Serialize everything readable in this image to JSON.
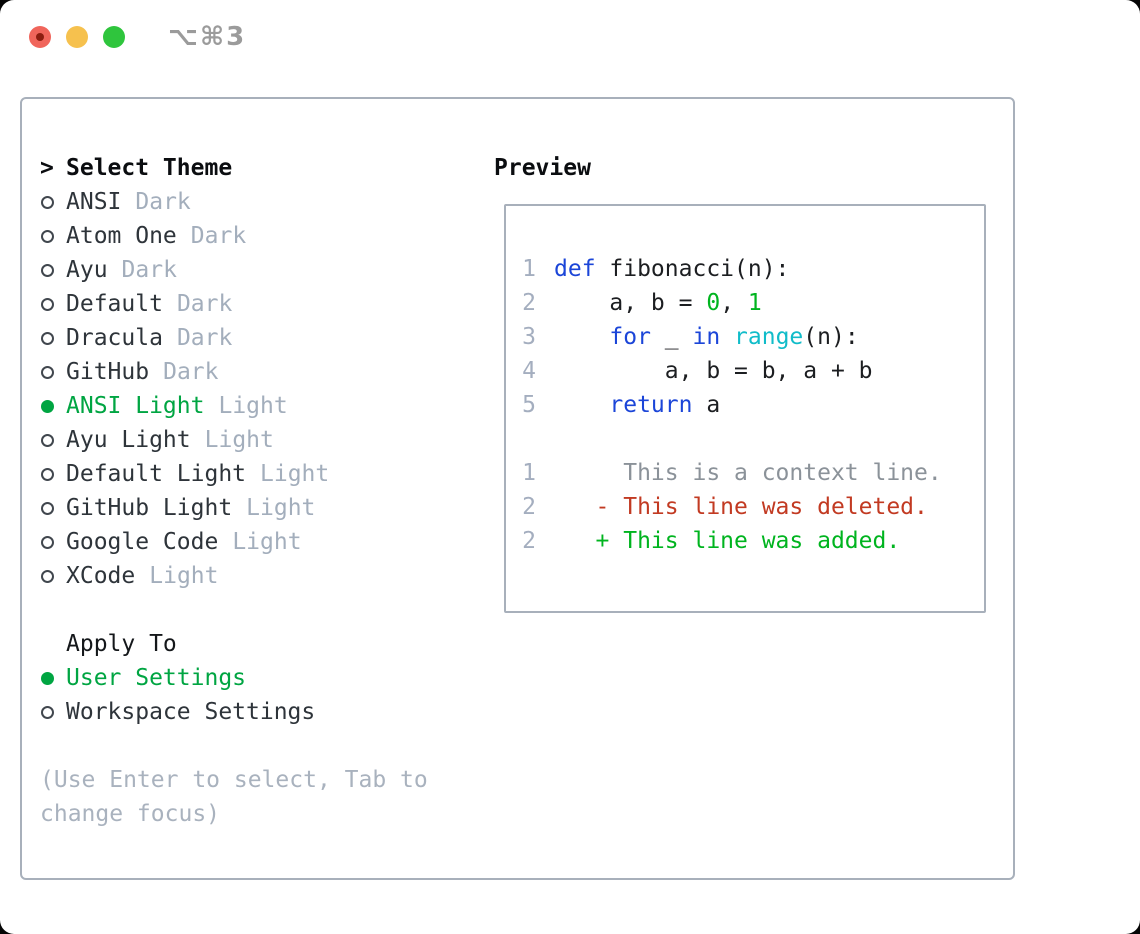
{
  "window": {
    "shortcut_label": "⌥⌘3",
    "traffic_lights": [
      "close",
      "minimize",
      "zoom"
    ]
  },
  "colors": {
    "ui_green": "#00a542",
    "item_text": "#2e343a",
    "tag_text": "#a3aebc",
    "muted": "#a9b2be",
    "lineno": "#a4aebf",
    "kw": "#1b45d8",
    "builtin": "#10bcc9",
    "num": "#00b41f",
    "plain": "#1c1e21",
    "ctx": "#8b9299",
    "del": "#c23a22",
    "add": "#00b41f",
    "panel_border": "#a8b0bb",
    "ring": "#41474e",
    "tl_red": "#f0655b",
    "tl_red_dot": "#8c1d10",
    "tl_yellow": "#f6c14e",
    "tl_green": "#2fc53d",
    "shortcut_color": "#9b9b9b"
  },
  "theme_list": {
    "prompt": ">",
    "header": "Select Theme",
    "items": [
      {
        "name": "ANSI",
        "tag": "Dark",
        "selected": false
      },
      {
        "name": "Atom One",
        "tag": "Dark",
        "selected": false
      },
      {
        "name": "Ayu",
        "tag": "Dark",
        "selected": false
      },
      {
        "name": "Default",
        "tag": "Dark",
        "selected": false
      },
      {
        "name": "Dracula",
        "tag": "Dark",
        "selected": false
      },
      {
        "name": "GitHub",
        "tag": "Dark",
        "selected": false
      },
      {
        "name": "ANSI Light",
        "tag": "Light",
        "selected": true
      },
      {
        "name": "Ayu Light",
        "tag": "Light",
        "selected": false
      },
      {
        "name": "Default Light",
        "tag": "Light",
        "selected": false
      },
      {
        "name": "GitHub Light",
        "tag": "Light",
        "selected": false
      },
      {
        "name": "Google Code",
        "tag": "Light",
        "selected": false
      },
      {
        "name": "XCode",
        "tag": "Light",
        "selected": false
      }
    ]
  },
  "apply_to": {
    "header": "Apply To",
    "options": [
      {
        "label": "User Settings",
        "selected": true
      },
      {
        "label": "Workspace Settings",
        "selected": false
      }
    ]
  },
  "help": {
    "lines": [
      "(Use Enter to select, Tab to",
      "change focus)"
    ]
  },
  "preview": {
    "header": "Preview",
    "lines": [
      {
        "num": "1",
        "tokens": [
          {
            "t": "def",
            "c": "keyword"
          },
          {
            "t": " fibonacci(n):",
            "c": "plain"
          }
        ]
      },
      {
        "num": "2",
        "tokens": [
          {
            "t": "    a, b = ",
            "c": "plain"
          },
          {
            "t": "0",
            "c": "number"
          },
          {
            "t": ", ",
            "c": "plain"
          },
          {
            "t": "1",
            "c": "number"
          }
        ]
      },
      {
        "num": "3",
        "tokens": [
          {
            "t": "    ",
            "c": "plain"
          },
          {
            "t": "for",
            "c": "keyword"
          },
          {
            "t": " _ ",
            "c": "plain"
          },
          {
            "t": "in",
            "c": "keyword"
          },
          {
            "t": " ",
            "c": "plain"
          },
          {
            "t": "range",
            "c": "builtin"
          },
          {
            "t": "(n):",
            "c": "plain"
          }
        ]
      },
      {
        "num": "4",
        "tokens": [
          {
            "t": "        a, b = b, a + b",
            "c": "plain"
          }
        ]
      },
      {
        "num": "5",
        "tokens": [
          {
            "t": "    ",
            "c": "plain"
          },
          {
            "t": "return",
            "c": "keyword"
          },
          {
            "t": " a",
            "c": "plain"
          }
        ]
      },
      {
        "num": "",
        "tokens": []
      },
      {
        "num": "1",
        "tokens": [
          {
            "t": "     This is a context line.",
            "c": "context"
          }
        ]
      },
      {
        "num": "2",
        "tokens": [
          {
            "t": "   - This line was deleted.",
            "c": "deleted"
          }
        ]
      },
      {
        "num": "2",
        "tokens": [
          {
            "t": "   + This line was added.",
            "c": "added"
          }
        ]
      }
    ]
  }
}
